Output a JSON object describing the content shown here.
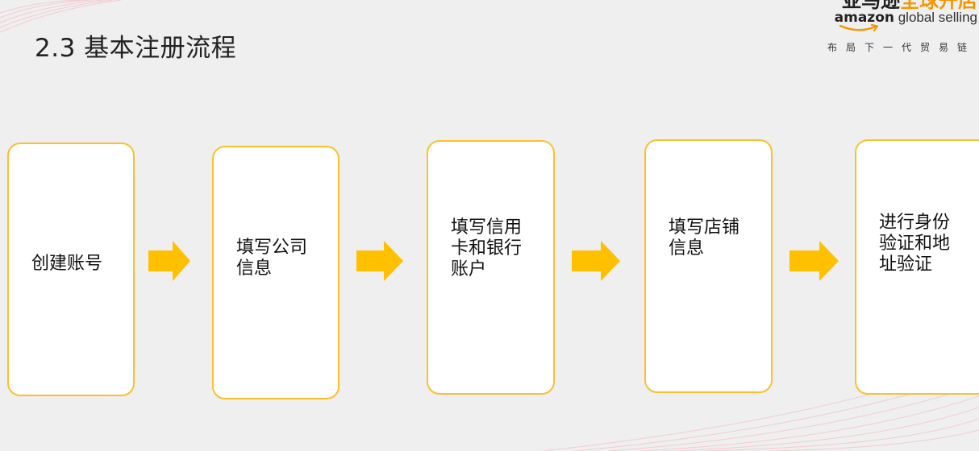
{
  "slide": {
    "title": "2.3 基本注册流程"
  },
  "logo": {
    "cn_dark": "亚马逊",
    "cn_orange": "全球开店",
    "en_bold": "amazon",
    "en_regular": " global selling",
    "tagline": "布局下一代贸易链"
  },
  "flow": {
    "steps": [
      {
        "label": "创建账号"
      },
      {
        "label": "填写公司\n信息"
      },
      {
        "label": "填写信用\n卡和银行\n账户"
      },
      {
        "label": "填写店铺\n信息"
      },
      {
        "label": "进行身份\n验证和地\n址验证"
      }
    ]
  },
  "colors": {
    "accent": "#fbc02d",
    "brand_orange": "#f39800",
    "background": "#efefef"
  }
}
